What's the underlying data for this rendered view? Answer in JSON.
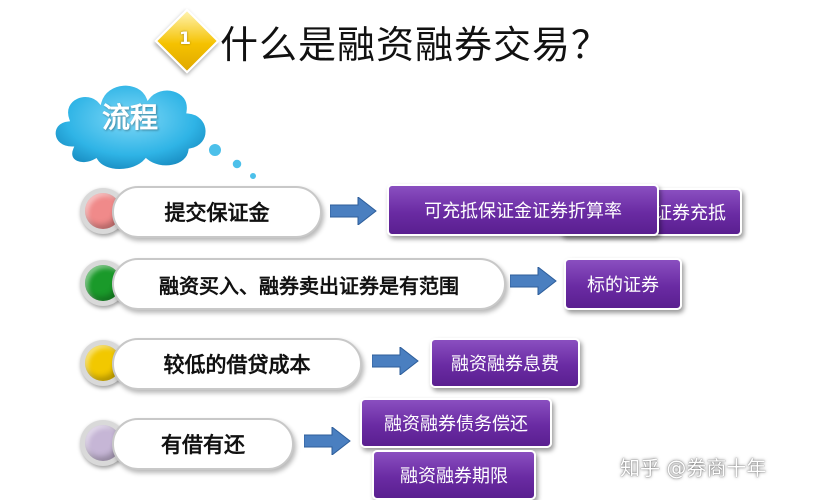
{
  "title": {
    "number": "1",
    "text": "什么是融资融券交易？"
  },
  "cloud_label": "流程",
  "steps": [
    {
      "label": "提交保证金",
      "dot_color": "#f08a8a",
      "results": [
        "可充抵保证金证券折算率",
        "证券充抵"
      ]
    },
    {
      "label": "融资买入、融券卖出证券是有范围",
      "dot_color": "#1a9a2a",
      "results": [
        "标的证券"
      ]
    },
    {
      "label": "较低的借贷成本",
      "dot_color": "#f2c800",
      "results": [
        "融资融券息费"
      ]
    },
    {
      "label": "有借有还",
      "dot_color": "#c6b6d6",
      "results": [
        "融资融券债务偿还",
        "融资融券期限"
      ]
    }
  ],
  "colors": {
    "box_purple": "#6a2ba3",
    "arrow_blue": "#4a7fc0",
    "cloud_blue": "#29b6e8"
  },
  "watermark": "知乎 @券商十年"
}
